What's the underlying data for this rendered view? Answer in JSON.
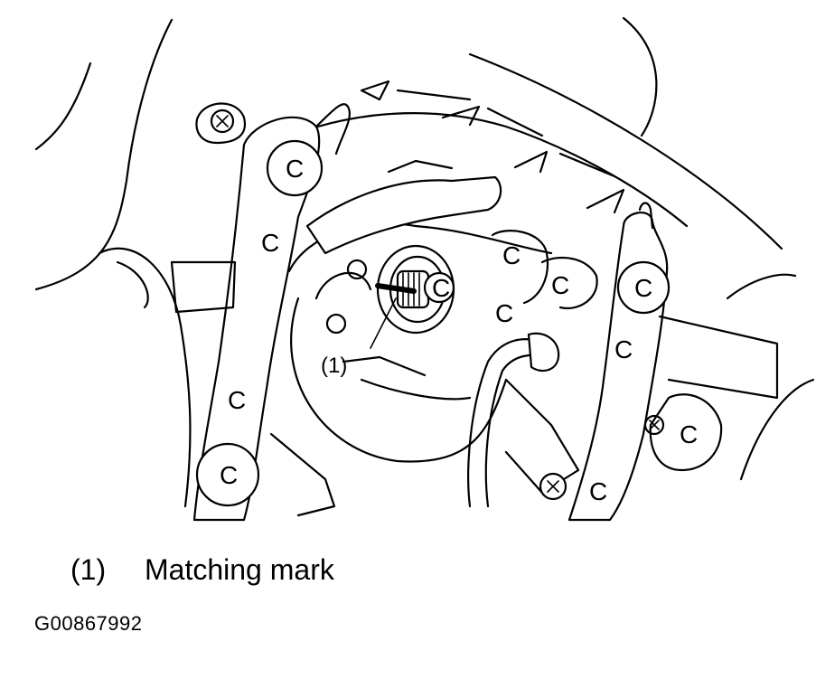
{
  "diagram": {
    "callout_marker": "(1)",
    "c_marks": [
      "C",
      "C",
      "C",
      "C",
      "C",
      "C",
      "C",
      "C",
      "C",
      "C",
      "C",
      "C"
    ]
  },
  "legend": {
    "items": [
      {
        "number": "(1)",
        "label": "Matching mark"
      }
    ]
  },
  "figure_id": "G00867992"
}
